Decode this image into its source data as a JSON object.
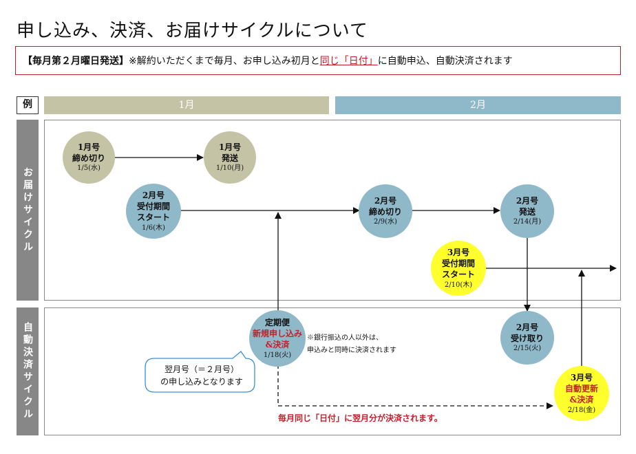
{
  "header": {
    "title": "申し込み、決済、お届けサイクルについて"
  },
  "notice": {
    "bold_part": "【毎月第２月曜日発送】",
    "text_before": "※解約いただくまで毎月、お申し込み初月と",
    "highlight": "同じ「日付」",
    "text_after": "に自動申込、自動決済されます"
  },
  "example_label": "例",
  "months": [
    "1月",
    "2月"
  ],
  "rows": {
    "delivery": "お届けサイクル",
    "payment": "自動決済サイクル"
  },
  "nodes": {
    "n1_deadline": {
      "line1": "1月号",
      "line2": "締め切り",
      "date": "1/5(水)"
    },
    "n1_ship": {
      "line1": "1月号",
      "line2": "発送",
      "date": "1/10(月)"
    },
    "n2_start": {
      "line1": "2月号",
      "line2": "受付期間",
      "line3": "スタート",
      "date": "1/6(木)"
    },
    "n2_deadline": {
      "line1": "2月号",
      "line2": "締め切り",
      "date": "2/9(水)"
    },
    "n2_ship": {
      "line1": "2月号",
      "line2": "発送",
      "date": "2/14(月)"
    },
    "n3_start": {
      "line1": "3月号",
      "line2": "受付期間",
      "line3": "スタート",
      "date": "2/10(木)"
    },
    "regular": {
      "line1": "定期便",
      "line2": "新規申し込み",
      "line3": "&決済",
      "date": "1/18(火)"
    },
    "n2_receive": {
      "line1": "2月号",
      "line2": "受け取り",
      "date": "2/15(火)"
    },
    "n3_renew": {
      "line1": "3月号",
      "line2": "自動更新",
      "line3": "&決済",
      "date": "2/18(金)"
    }
  },
  "notes": {
    "bank_line1": "※銀行振込の人以外は、",
    "bank_line2": "申込みと同時に決済されます",
    "bubble_line1": "翌月号（＝２月号）",
    "bubble_line2": "の申し込みとなります",
    "red_note": "毎月同じ「日付」に翌月分が決済されます。"
  },
  "colors": {
    "tan": "#c5c3a5",
    "blue": "#8fb8c9",
    "yellow": "#ffff2e",
    "red": "#c41e2a",
    "gray": "#878787",
    "bubble_border": "#3a8fd6"
  }
}
